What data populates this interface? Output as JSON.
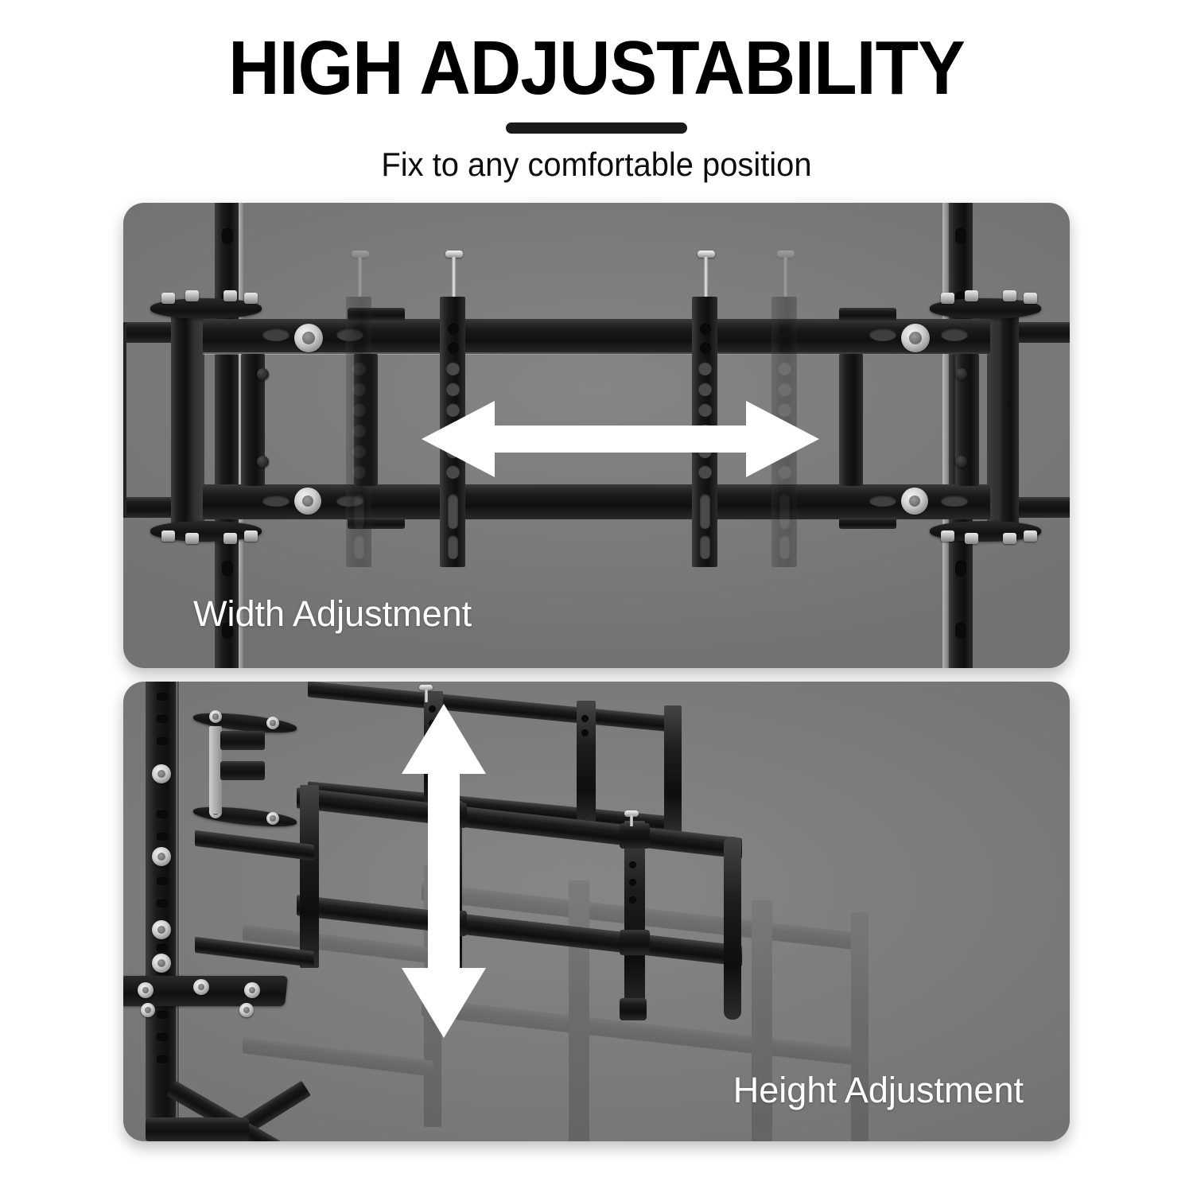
{
  "header": {
    "title": "HIGH ADJUSTABILITY",
    "subtitle": "Fix to any comfortable position",
    "divider_color": "#1a1a1a",
    "title_color": "#000000",
    "subtitle_color": "#0d0d0d"
  },
  "panels": [
    {
      "id": "width",
      "caption": "Width Adjustment",
      "caption_color": "#ffffff",
      "background_color": "#7c7c7c",
      "arrow": {
        "name": "horizontal-double-arrow",
        "direction": "horizontal",
        "color": "#ffffff"
      },
      "subject": "TV mount cross-bar bracket with sliding vertical rails"
    },
    {
      "id": "height",
      "caption": "Height Adjustment",
      "caption_color": "#ffffff",
      "background_color": "#7c7c7c",
      "arrow": {
        "name": "vertical-double-arrow",
        "direction": "vertical",
        "color": "#ffffff"
      },
      "subject": "TV floor stand column with mount frame at two heights"
    }
  ],
  "icons": {
    "arrow_left_right": "left-right-arrow-icon",
    "arrow_up_down": "up-down-arrow-icon"
  }
}
